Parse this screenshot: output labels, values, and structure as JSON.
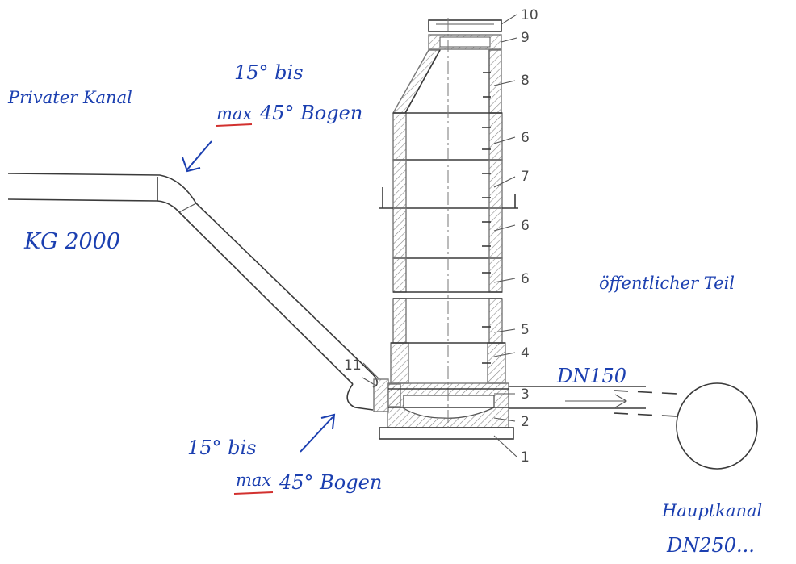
{
  "annotations": {
    "private_channel": "Privater Kanal",
    "kg2000": "KG 2000",
    "top_bend_line1": "15° bis",
    "top_bend_max": "max",
    "top_bend_rest": "45° Bogen",
    "bottom_bend_line1": "15° bis",
    "bottom_bend_max": "max",
    "bottom_bend_rest": "45° Bogen",
    "public_part": "öffentlicher Teil",
    "dn150": "DN150",
    "main_channel": "Hauptkanal",
    "dn250": "DN250..."
  },
  "part_numbers": {
    "n10": "10",
    "n9": "9",
    "n8": "8",
    "n6a": "6",
    "n7": "7",
    "n6b": "6",
    "n6c": "6",
    "n5": "5",
    "n4": "4",
    "n3": "3",
    "n2": "2",
    "n1": "1",
    "n11": "11"
  },
  "colors": {
    "handwriting": "#1b3fb0",
    "underline": "#d2312f",
    "drawing": "#3a3a3a"
  }
}
